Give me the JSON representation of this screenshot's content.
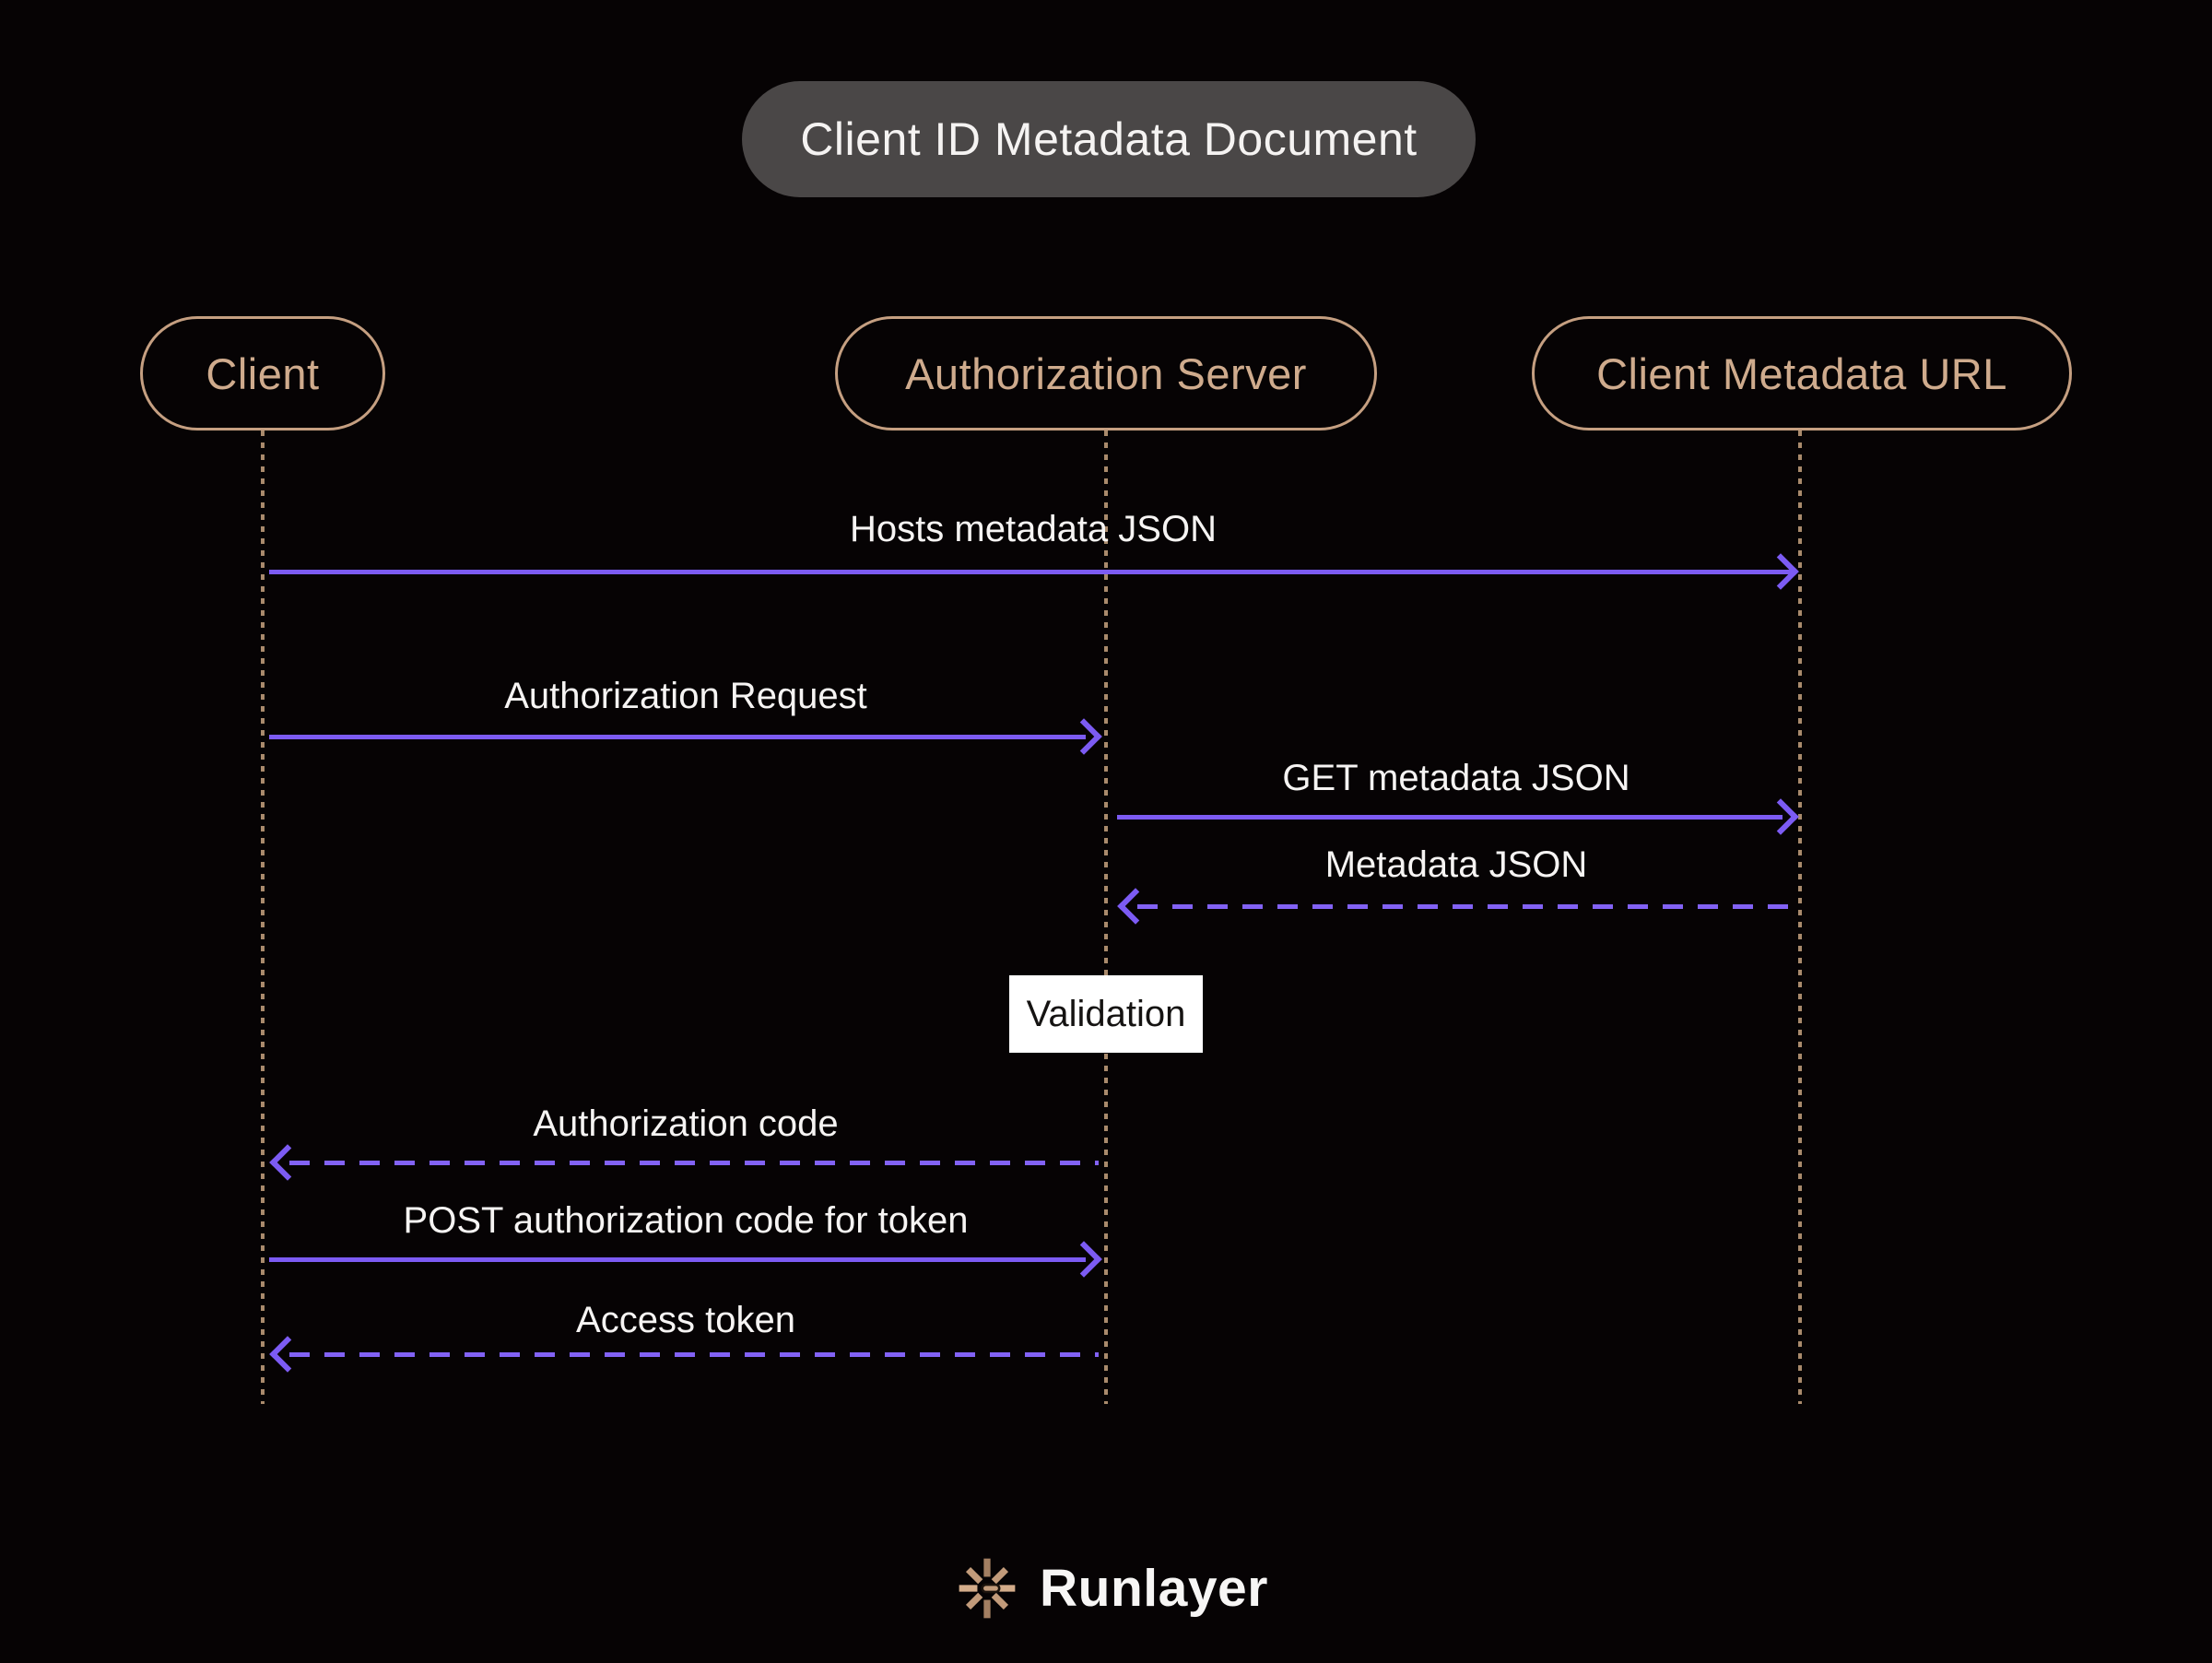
{
  "title": "Client ID Metadata Document",
  "participants": [
    {
      "label": "Client"
    },
    {
      "label": "Authorization Server"
    },
    {
      "label": "Client Metadata URL"
    }
  ],
  "messages": [
    {
      "label": "Hosts metadata JSON",
      "from": "Client",
      "to": "Client Metadata URL",
      "line": "solid",
      "direction": "right"
    },
    {
      "label": "Authorization Request",
      "from": "Client",
      "to": "Authorization Server",
      "line": "solid",
      "direction": "right"
    },
    {
      "label": "GET metadata JSON",
      "from": "Authorization Server",
      "to": "Client Metadata URL",
      "line": "solid",
      "direction": "right"
    },
    {
      "label": "Metadata JSON",
      "from": "Client Metadata URL",
      "to": "Authorization Server",
      "line": "dashed",
      "direction": "left"
    },
    {
      "label": "Authorization code",
      "from": "Authorization Server",
      "to": "Client",
      "line": "dashed",
      "direction": "left"
    },
    {
      "label": "POST authorization code for token",
      "from": "Client",
      "to": "Authorization Server",
      "line": "solid",
      "direction": "right"
    },
    {
      "label": "Access token",
      "from": "Authorization Server",
      "to": "Client",
      "line": "dashed",
      "direction": "left"
    }
  ],
  "note": {
    "label": "Validation"
  },
  "footer": {
    "brand": "Runlayer",
    "icon": "starburst-icon"
  },
  "colors": {
    "background": "#060304",
    "accent_purple": "#7c5bf3",
    "participant_tan_border": "#c59f81",
    "participant_tan_text": "#cfab8d",
    "lifeline_tan": "#a98a6c",
    "title_pill_bg": "#4a4747",
    "label_white": "#f6f4f3",
    "note_bg": "#ffffff",
    "note_text": "#151312",
    "logo_tan": "#c29b7a"
  }
}
